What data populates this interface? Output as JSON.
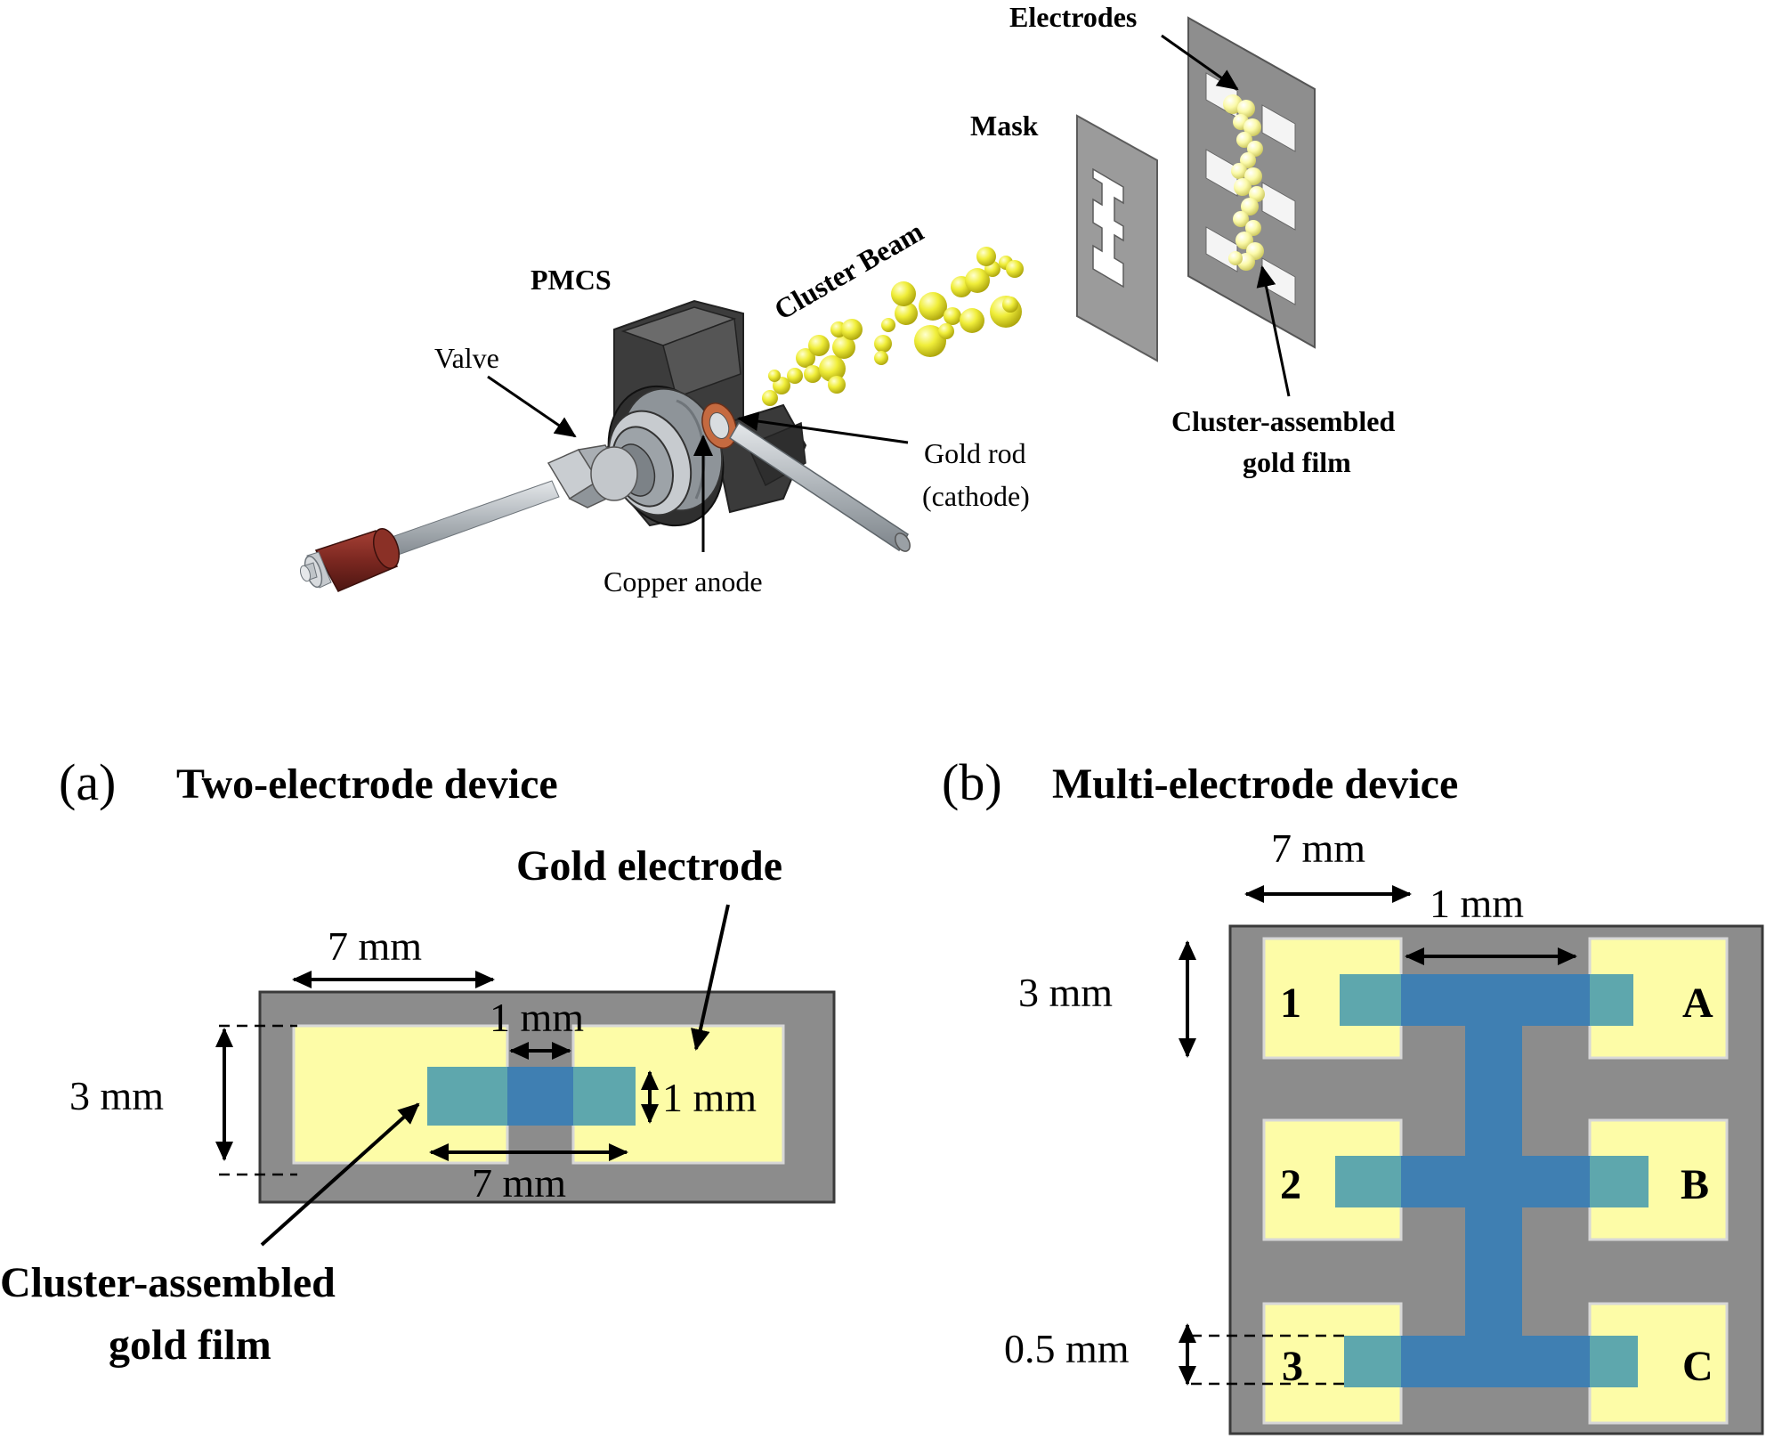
{
  "colors": {
    "frame": "#8c8c8c",
    "electrode": "#fdfca7",
    "film": "#5ea7ad",
    "film_overlap": "#3f7fb2",
    "gold_cluster": "#e5e21f",
    "housing": "#4a4a4a",
    "rod": "#b9bec2",
    "cap": "#7a2720"
  },
  "apparatus": {
    "labels": {
      "pmcs": "PMCS",
      "valve": "Valve",
      "cluster_beam": "Cluster Beam",
      "gold_rod_line1": "Gold rod",
      "gold_rod_line2": "(cathode)",
      "copper_anode": "Copper anode",
      "mask": "Mask",
      "electrodes": "Electrodes",
      "film_line1": "Cluster-assembled",
      "film_line2": "gold film"
    }
  },
  "panel_a": {
    "tag": "(a)",
    "title": "Two-electrode device",
    "gold_electrode_label": "Gold electrode",
    "dim_width_top": "7 mm",
    "dim_gap": "1 mm",
    "dim_height": "3 mm",
    "dim_film_height": "1 mm",
    "dim_film_width": "7 mm",
    "film_label_line1": "Cluster-assembled",
    "film_label_line2": "gold film"
  },
  "panel_b": {
    "tag": "(b)",
    "title": "Multi-electrode device",
    "dim_width": "7 mm",
    "dim_gap": "1 mm",
    "dim_height": "3 mm",
    "dim_film": "0.5 mm",
    "left_labels": [
      "1",
      "2",
      "3"
    ],
    "right_labels": [
      "A",
      "B",
      "C"
    ]
  }
}
